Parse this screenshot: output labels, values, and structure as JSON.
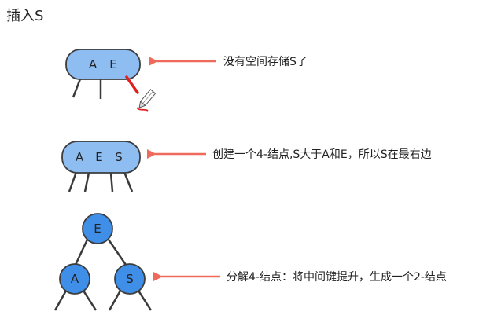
{
  "title": "插入S",
  "colors": {
    "node_fill": "#8ebdf2",
    "node_stroke": "#3d3d3d",
    "round_node_fill": "#3f8fe8",
    "arrow": "#ef6a5a",
    "pencil_red": "#e0201e",
    "edge": "#3a3a3a"
  },
  "steps": [
    {
      "keys": [
        "A",
        "E"
      ],
      "caption": "没有空间存储S了",
      "icon": "pencil-icon"
    },
    {
      "keys": [
        "A",
        "E",
        "S"
      ],
      "caption": "创建一个4-结点,S大于A和E，所以S在最右边"
    },
    {
      "root": "E",
      "children": [
        "A",
        "S"
      ],
      "caption": "分解4-结点：将中间键提升，生成一个2-结点"
    }
  ]
}
